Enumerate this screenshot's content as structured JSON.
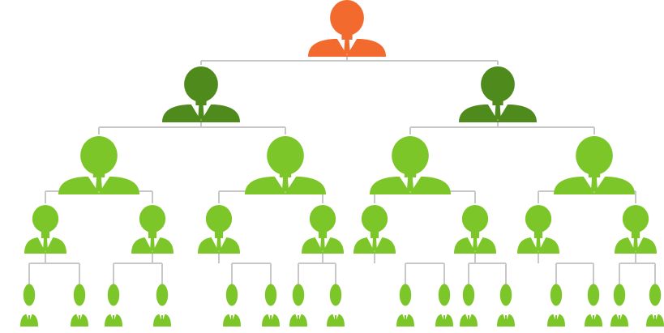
{
  "colors": {
    "root": "#f26a2e",
    "level_1": "#4f8a1c",
    "level_2_plus": "#7cc62a",
    "connector": "#c8c8c8",
    "shirt": "#ffffff",
    "background": "#ffffff"
  },
  "icon": "person-in-suit-icon",
  "levels": [
    {
      "depth": 0,
      "person_count": 1,
      "color_key": "root"
    },
    {
      "depth": 1,
      "person_count": 2,
      "color_key": "level_1"
    },
    {
      "depth": 2,
      "person_count": 4,
      "color_key": "level_2_plus"
    },
    {
      "depth": 3,
      "person_count": 8,
      "color_key": "level_2_plus"
    },
    {
      "depth": 4,
      "person_count": 16,
      "color_key": "level_2_plus"
    }
  ]
}
